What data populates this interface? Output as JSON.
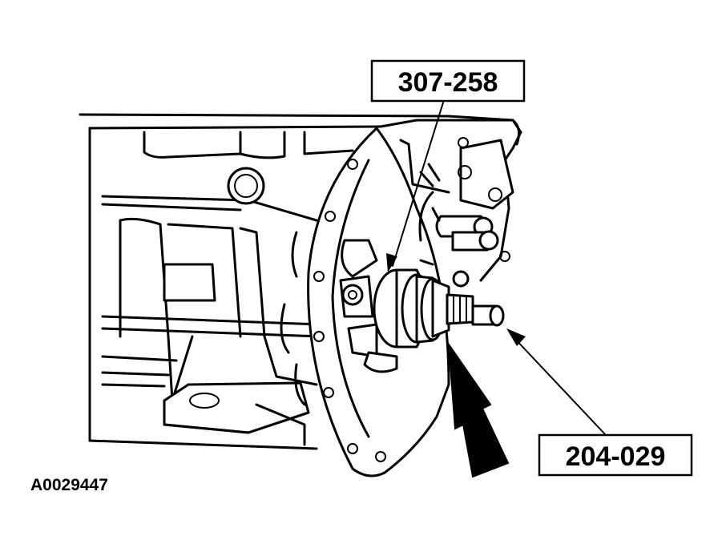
{
  "callouts": {
    "top_tool": "307-258",
    "bottom_tool": "204-029"
  },
  "figure_id": "A0029447"
}
